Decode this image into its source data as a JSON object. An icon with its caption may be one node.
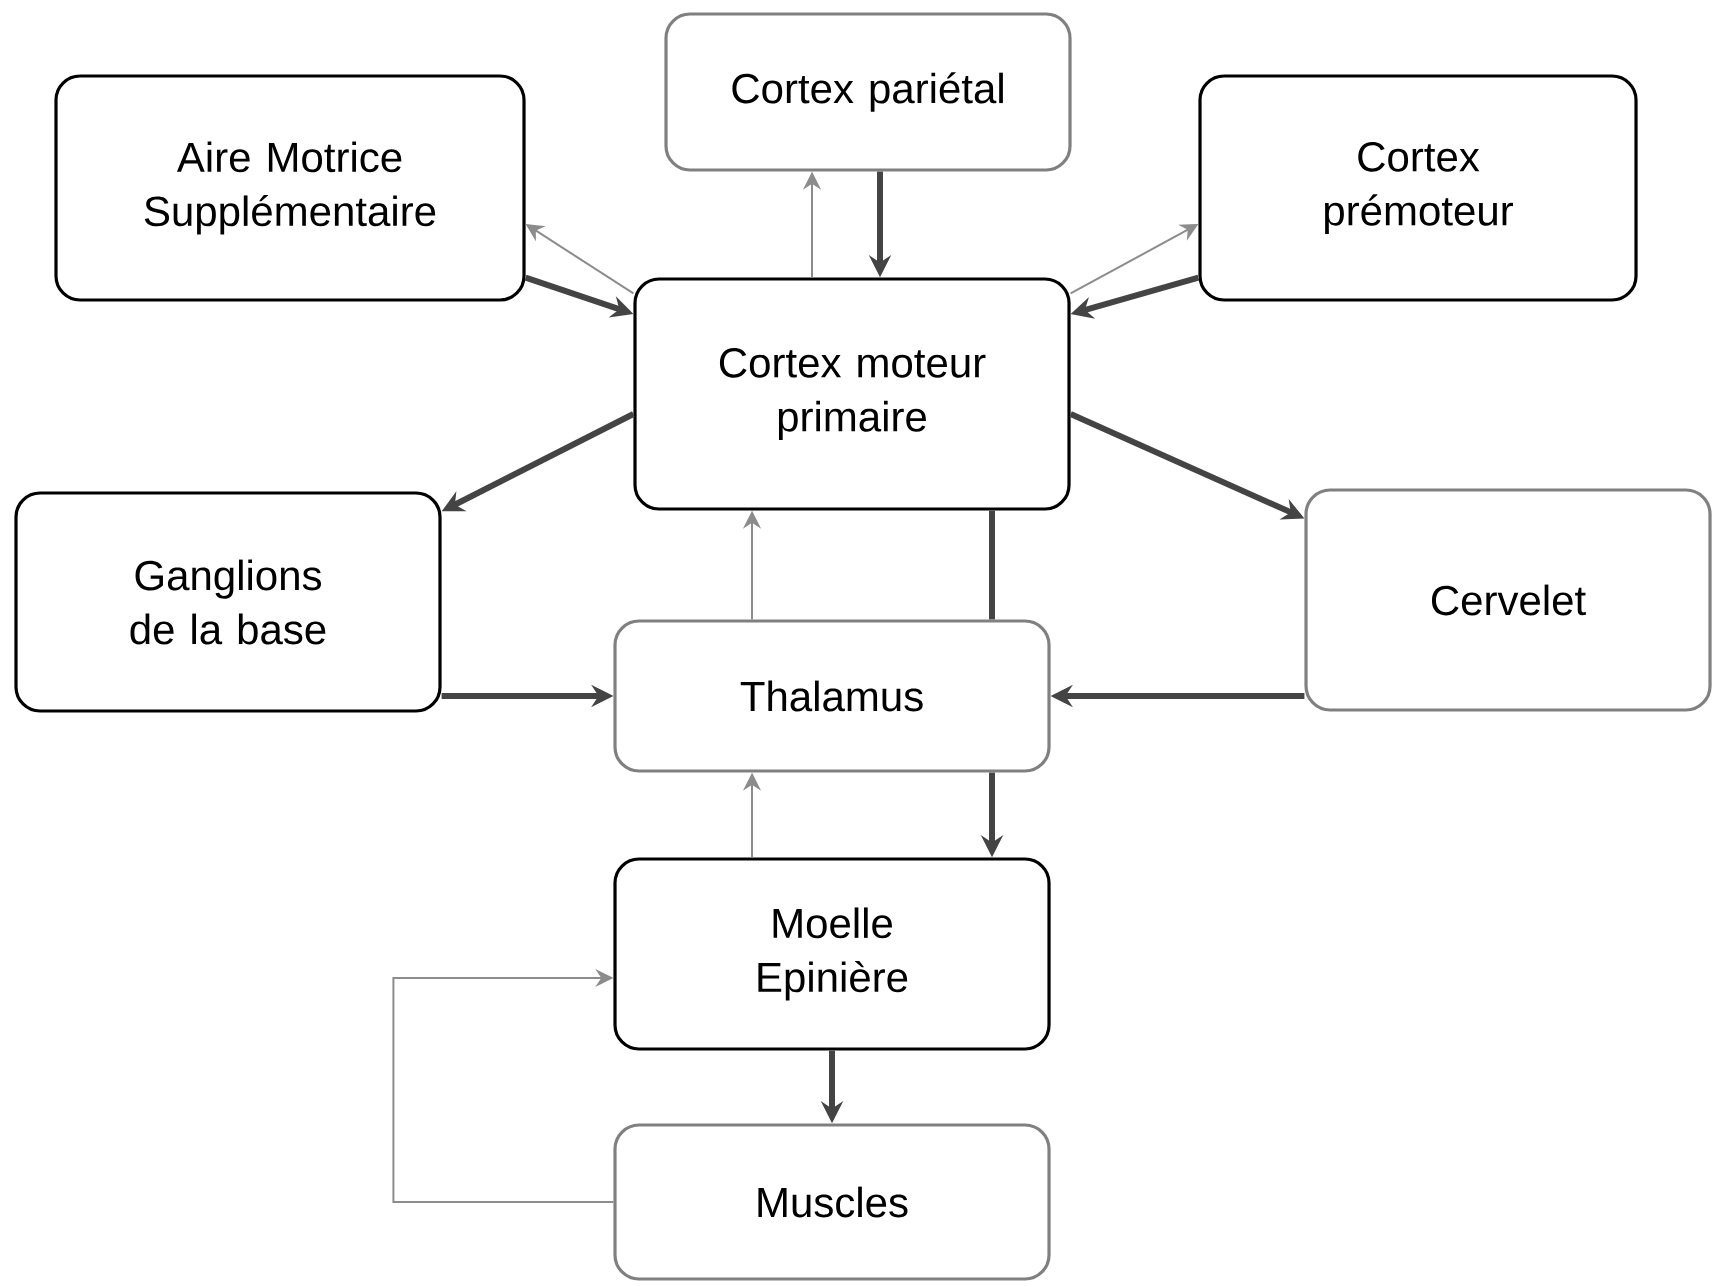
{
  "diagram": {
    "nodes": [
      {
        "text": [
          "Cortex pariétal"
        ]
      },
      {
        "text": [
          "Aire Motrice Supplémentaire"
        ]
      },
      {
        "text": [
          "Cortex prémoteur"
        ]
      },
      {
        "text": [
          "Cortex moteur primaire"
        ]
      },
      {
        "text": [
          "Ganglions de la base"
        ]
      },
      {
        "text": [
          "Cervelet"
        ]
      },
      {
        "text": [
          "Thalamus"
        ]
      },
      {
        "text": [
          "Moelle Epinière"
        ]
      },
      {
        "text": [
          "Muscles"
        ]
      }
    ],
    "edges": [
      {
        "from": 3,
        "to": 0,
        "arrow": "to",
        "color": "#8c8c8c"
      },
      {
        "from": 0,
        "to": 3,
        "arrow": "to"
      },
      {
        "from": 3,
        "to": 1,
        "arrow": "to",
        "color": "#8c8c8c"
      },
      {
        "from": 1,
        "to": 3,
        "arrow": "to"
      },
      {
        "from": 3,
        "to": 2,
        "arrow": "to",
        "color": "#8c8c8c"
      },
      {
        "from": 2,
        "to": 3,
        "arrow": "to"
      },
      {
        "from": 3,
        "to": 4,
        "arrow": "to"
      },
      {
        "from": 3,
        "to": 5,
        "arrow": "to"
      },
      {
        "from": 4,
        "to": 6,
        "arrow": "to"
      },
      {
        "from": 5,
        "to": 6,
        "arrow": "to"
      },
      {
        "from": 6,
        "to": 3,
        "arrow": "to",
        "color": "#8c8c8c"
      },
      {
        "from": 3,
        "to": 6,
        "arrow": "none"
      },
      {
        "from": 6,
        "to": 7,
        "arrow": "to"
      },
      {
        "from": 7,
        "to": 6,
        "arrow": "to",
        "color": "#8c8c8c"
      },
      {
        "from": 7,
        "to": 8,
        "arrow": "to"
      },
      {
        "from": 8,
        "to": 7,
        "arrow": "to",
        "color": "#8c8c8c"
      }
    ]
  }
}
